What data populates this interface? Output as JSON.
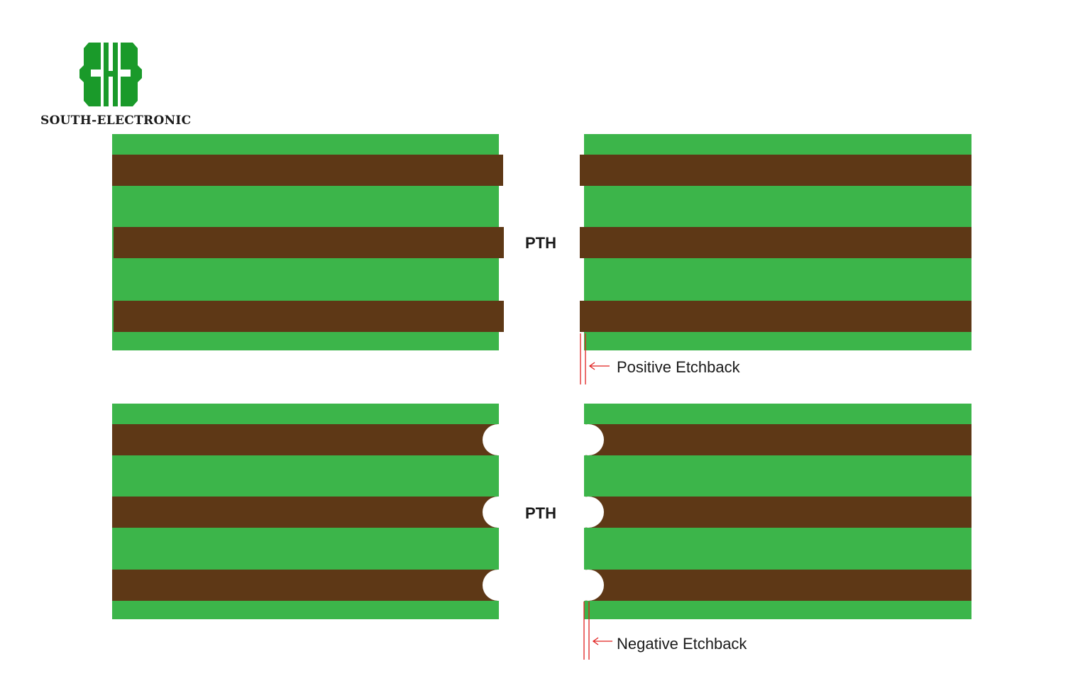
{
  "brand": {
    "name": "SOUTH-ELECTRONIC",
    "logo_icon": "green-hh-logo",
    "logo_color": "#1a9a2a"
  },
  "diagram": {
    "colors": {
      "dielectric": "#3cb54a",
      "copper": "#5e3816",
      "marker": "#e0201f",
      "background": "#ffffff"
    },
    "panels": [
      {
        "id": "positive",
        "hole_label": "PTH",
        "callout": "Positive Etchback",
        "copper_layers": 3
      },
      {
        "id": "negative",
        "hole_label": "PTH",
        "callout": "Negative Etchback",
        "copper_layers": 3
      }
    ]
  }
}
